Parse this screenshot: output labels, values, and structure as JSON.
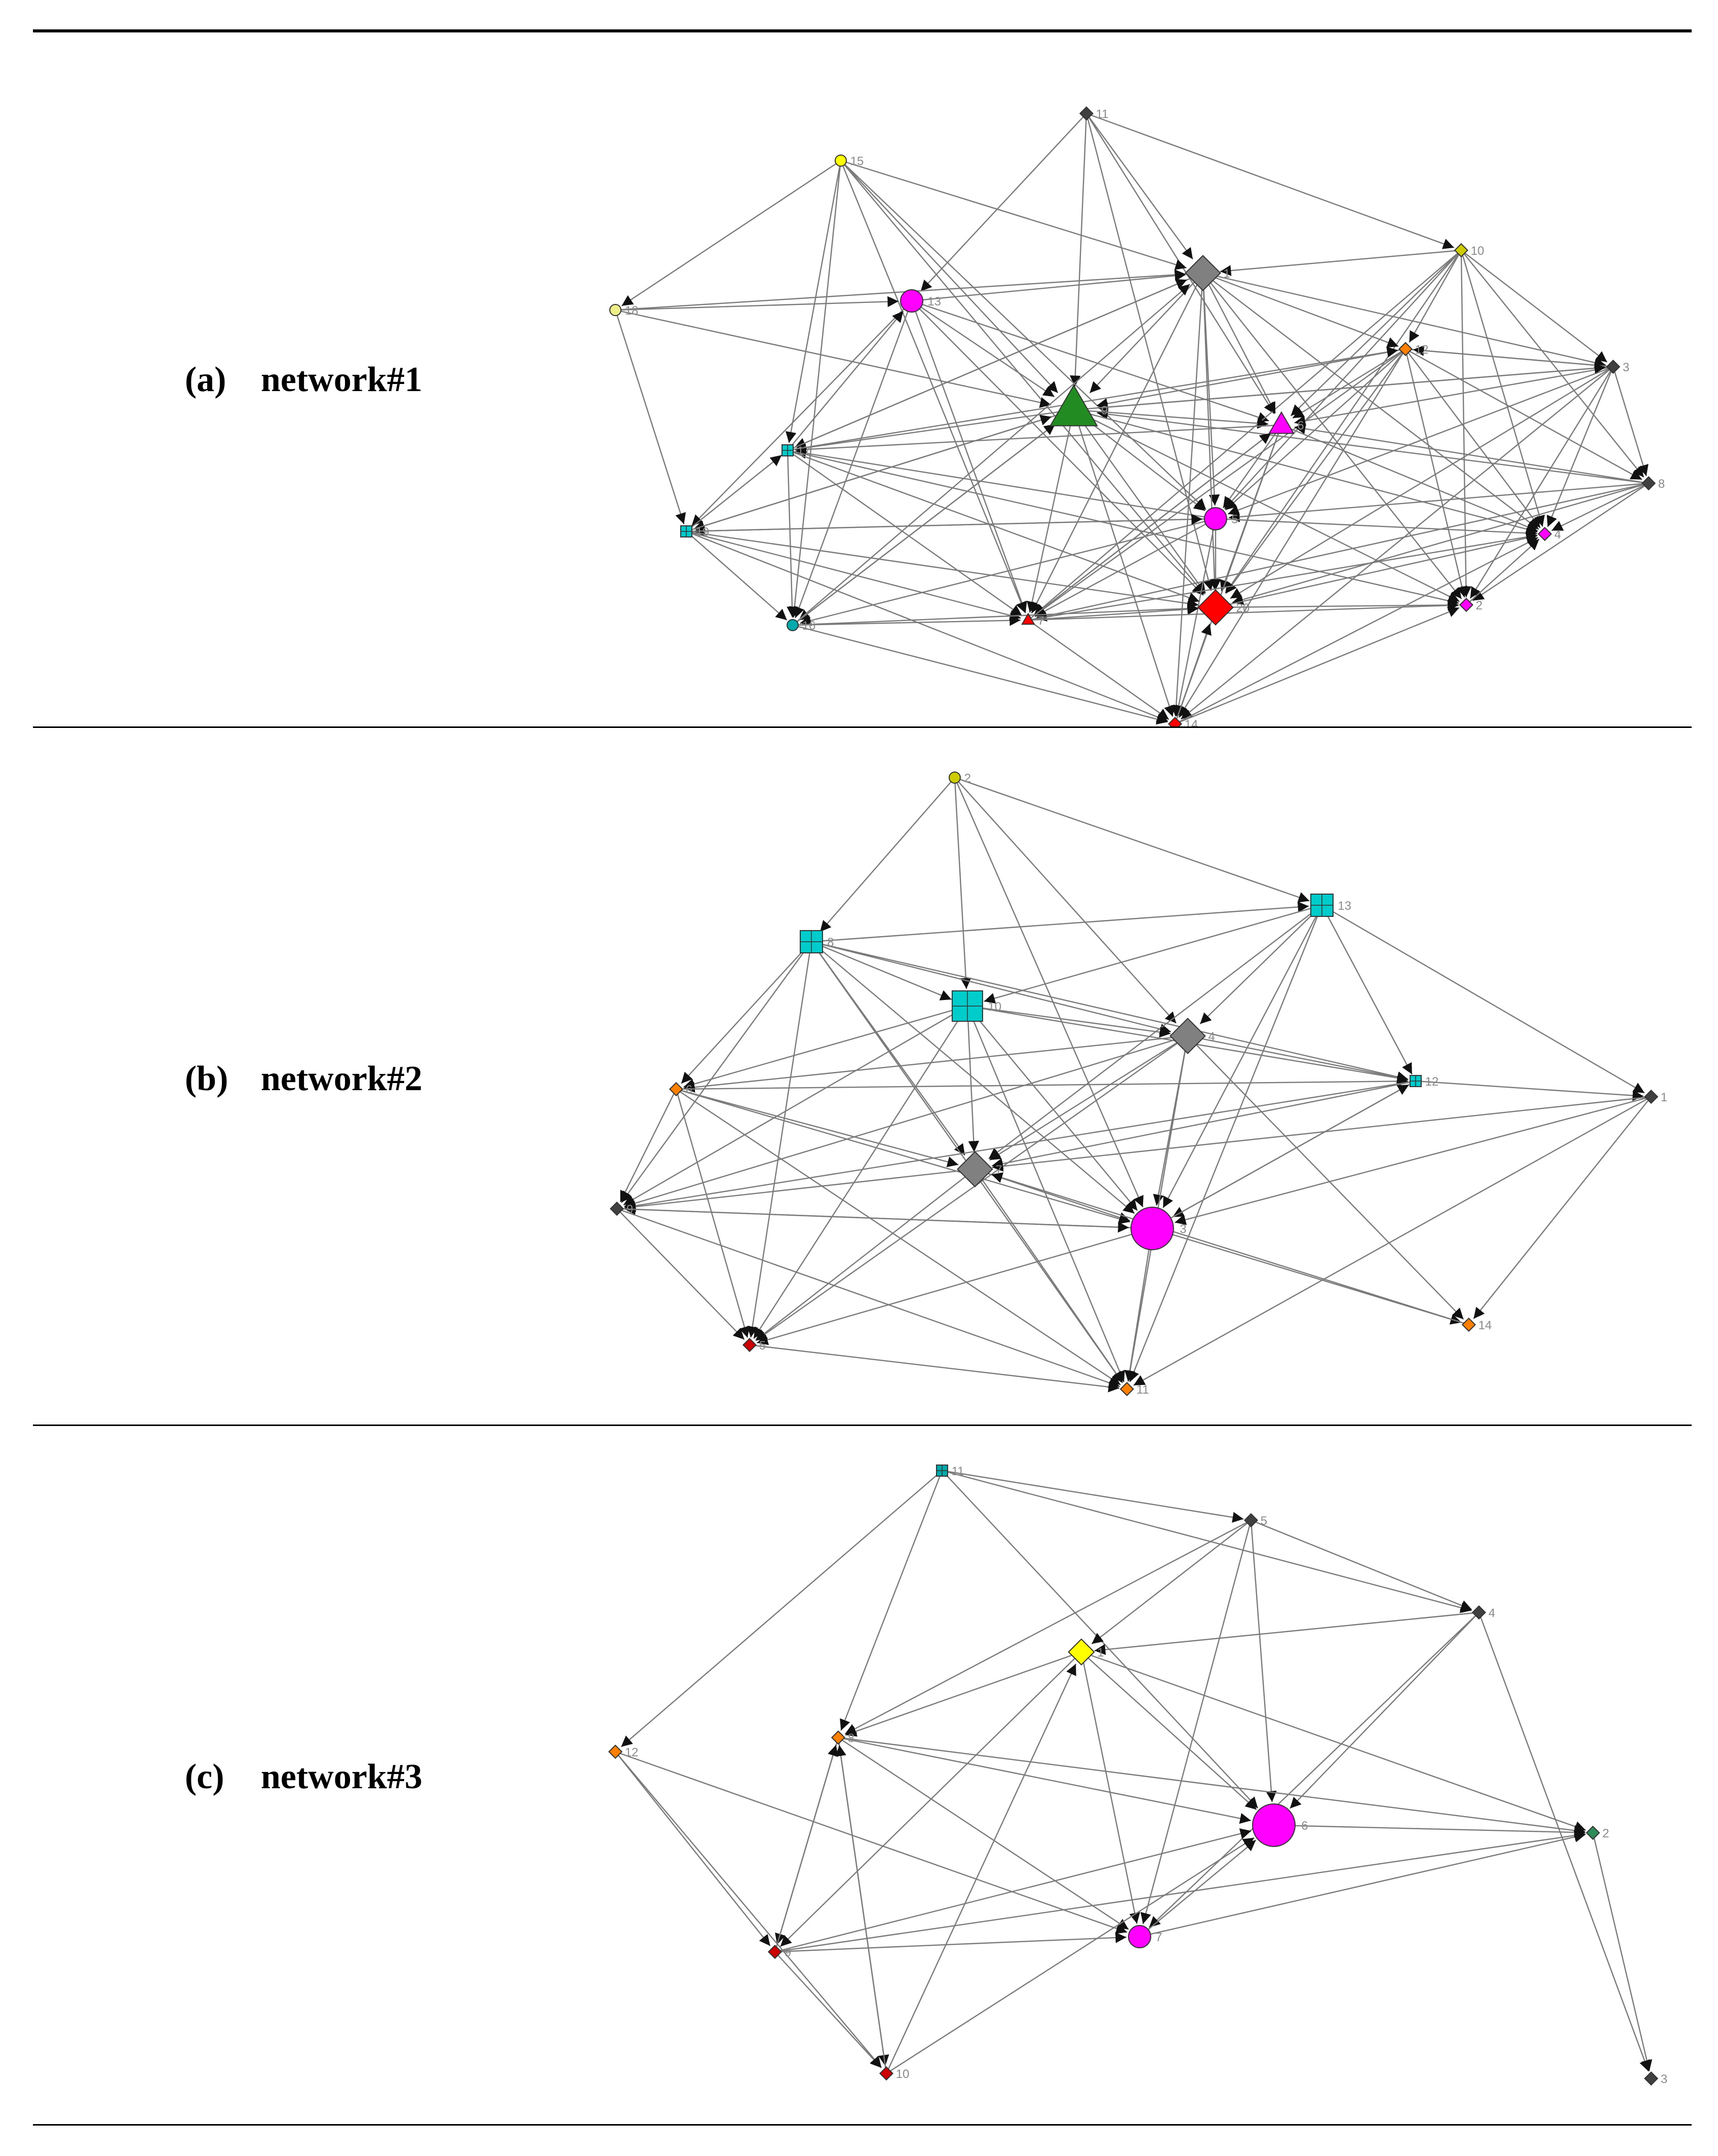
{
  "panels": [
    {
      "id": "a",
      "tag": "(a)",
      "title": "network#1",
      "nodes": [
        {
          "id": "1",
          "shape": "diamond",
          "color": "#808080",
          "size": "large"
        },
        {
          "id": "2",
          "shape": "diamond",
          "color": "#ff00ff",
          "size": "small"
        },
        {
          "id": "3",
          "shape": "diamond",
          "color": "#404040",
          "size": "small"
        },
        {
          "id": "4",
          "shape": "diamond",
          "color": "#ff00ff",
          "size": "small"
        },
        {
          "id": "5",
          "shape": "circle",
          "color": "#ff00ff",
          "size": "medium"
        },
        {
          "id": "6",
          "shape": "triangle",
          "color": "#ff00ff",
          "size": "medium"
        },
        {
          "id": "7",
          "shape": "triangle",
          "color": "#ff0000",
          "size": "small"
        },
        {
          "id": "8",
          "shape": "diamond",
          "color": "#404040",
          "size": "small"
        },
        {
          "id": "9",
          "shape": "triangle",
          "color": "#228b22",
          "size": "xlarge"
        },
        {
          "id": "10",
          "shape": "diamond",
          "color": "#cccc00",
          "size": "small"
        },
        {
          "id": "11",
          "shape": "diamond",
          "color": "#404040",
          "size": "small"
        },
        {
          "id": "12",
          "shape": "diamond",
          "color": "#ff8000",
          "size": "small"
        },
        {
          "id": "13",
          "shape": "circle",
          "color": "#ff00ff",
          "size": "medium"
        },
        {
          "id": "14",
          "shape": "diamond",
          "color": "#ff0000",
          "size": "small"
        },
        {
          "id": "15",
          "shape": "circle",
          "color": "#ffff00",
          "size": "small"
        },
        {
          "id": "16",
          "shape": "circle",
          "color": "#00aaaa",
          "size": "small"
        },
        {
          "id": "17",
          "shape": "square-grid",
          "color": "#00cccc",
          "size": "small"
        },
        {
          "id": "18",
          "shape": "circle",
          "color": "#eeee88",
          "size": "small"
        },
        {
          "id": "19",
          "shape": "square-grid",
          "color": "#00cccc",
          "size": "small"
        },
        {
          "id": "20",
          "shape": "diamond",
          "color": "#ff0000",
          "size": "large"
        }
      ]
    },
    {
      "id": "b",
      "tag": "(b)",
      "title": "network#2",
      "nodes": [
        {
          "id": "1",
          "shape": "diamond",
          "color": "#404040",
          "size": "small"
        },
        {
          "id": "2",
          "shape": "circle",
          "color": "#cccc00",
          "size": "small"
        },
        {
          "id": "3",
          "shape": "circle",
          "color": "#ff00ff",
          "size": "xlarge"
        },
        {
          "id": "4",
          "shape": "diamond",
          "color": "#808080",
          "size": "large"
        },
        {
          "id": "5",
          "shape": "diamond",
          "color": "#cc0000",
          "size": "small"
        },
        {
          "id": "6",
          "shape": "diamond",
          "color": "#ff8000",
          "size": "small"
        },
        {
          "id": "7",
          "shape": "diamond",
          "color": "#808080",
          "size": "large"
        },
        {
          "id": "8",
          "shape": "square-grid",
          "color": "#00cccc",
          "size": "medium"
        },
        {
          "id": "9",
          "shape": "diamond",
          "color": "#404040",
          "size": "small"
        },
        {
          "id": "10",
          "shape": "square-grid",
          "color": "#00cccc",
          "size": "large"
        },
        {
          "id": "11",
          "shape": "diamond",
          "color": "#ff8000",
          "size": "small"
        },
        {
          "id": "12",
          "shape": "square-grid",
          "color": "#00cccc",
          "size": "small"
        },
        {
          "id": "13",
          "shape": "square-grid",
          "color": "#00cccc",
          "size": "medium"
        },
        {
          "id": "14",
          "shape": "diamond",
          "color": "#ff8000",
          "size": "small"
        }
      ]
    },
    {
      "id": "c",
      "tag": "(c)",
      "title": "network#3",
      "nodes": [
        {
          "id": "1",
          "shape": "diamond",
          "color": "#ffff00",
          "size": "medium"
        },
        {
          "id": "2",
          "shape": "diamond",
          "color": "#2e8b57",
          "size": "small"
        },
        {
          "id": "3",
          "shape": "diamond",
          "color": "#404040",
          "size": "small"
        },
        {
          "id": "4",
          "shape": "diamond",
          "color": "#404040",
          "size": "small"
        },
        {
          "id": "5",
          "shape": "diamond",
          "color": "#404040",
          "size": "small"
        },
        {
          "id": "6",
          "shape": "circle",
          "color": "#ff00ff",
          "size": "xlarge"
        },
        {
          "id": "7",
          "shape": "circle",
          "color": "#ff00ff",
          "size": "medium"
        },
        {
          "id": "8",
          "shape": "diamond",
          "color": "#ff8000",
          "size": "small"
        },
        {
          "id": "9",
          "shape": "diamond",
          "color": "#cc0000",
          "size": "small"
        },
        {
          "id": "10",
          "shape": "diamond",
          "color": "#cc0000",
          "size": "small"
        },
        {
          "id": "11",
          "shape": "square-grid",
          "color": "#00aaaa",
          "size": "small"
        },
        {
          "id": "12",
          "shape": "diamond",
          "color": "#ff8000",
          "size": "small"
        }
      ]
    }
  ]
}
